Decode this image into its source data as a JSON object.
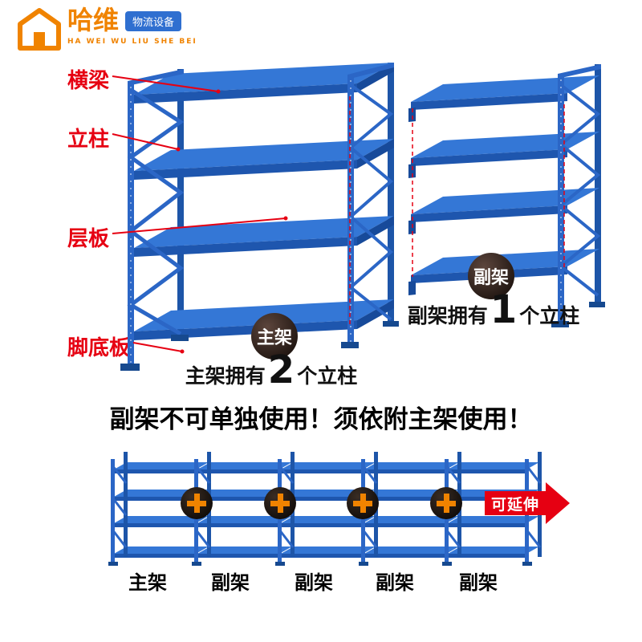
{
  "logo": {
    "brand": "哈维",
    "tagline": "物流设备",
    "latin": "HA WEI WU LIU SHE BEI"
  },
  "part_labels": {
    "beam": "横梁",
    "upright": "立柱",
    "shelf_panel": "层板",
    "foot_plate": "脚底板"
  },
  "rack_badges": {
    "main": "主架",
    "sub": "副架"
  },
  "captions": {
    "main": {
      "prefix": "主架拥有",
      "count": "2",
      "suffix": "个立柱"
    },
    "sub": {
      "prefix": "副架拥有",
      "count": "1",
      "suffix": "个立柱"
    }
  },
  "headline": "副架不可单独使用！须依附主架使用！",
  "arrow_label": "可延伸",
  "bottom_labels": [
    "主架",
    "副架",
    "副架",
    "副架",
    "副架"
  ],
  "colors": {
    "accent_red": "#e60012",
    "brand_orange": "#f08300",
    "rack_blue": "#3477d6",
    "rack_blue_dark": "#1e56ae",
    "badge_bg": "#231813"
  }
}
